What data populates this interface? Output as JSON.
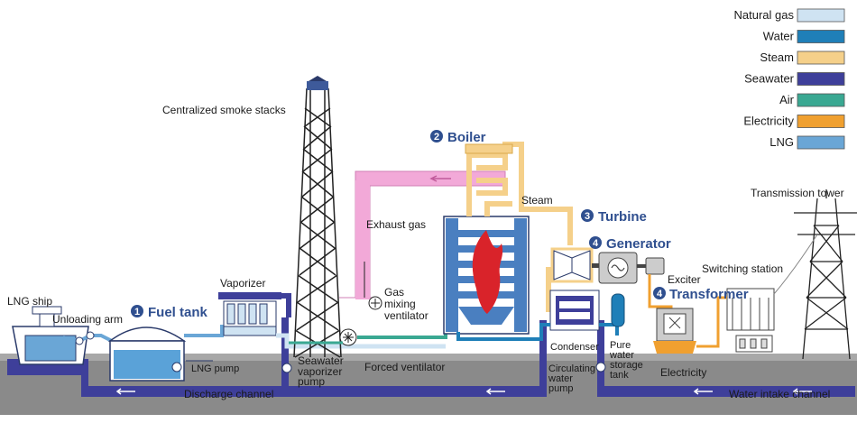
{
  "colors": {
    "natural_gas": "#cfe3f2",
    "water": "#1f7fb8",
    "steam": "#f5d08a",
    "seawater": "#3e3f9a",
    "air": "#3aa892",
    "electricity": "#f0a030",
    "lng": "#6aa6d6",
    "exhaust": "#f2a9d8",
    "ground": "#8a8a8a",
    "title_blue": "#2f4f8f"
  },
  "legend": [
    {
      "label": "Natural gas",
      "color": "#cfe3f2"
    },
    {
      "label": "Water",
      "color": "#1f7fb8"
    },
    {
      "label": "Steam",
      "color": "#f5d08a"
    },
    {
      "label": "Seawater",
      "color": "#3e3f9a"
    },
    {
      "label": "Air",
      "color": "#3aa892"
    },
    {
      "label": "Electricity",
      "color": "#f0a030"
    },
    {
      "label": "LNG",
      "color": "#6aa6d6"
    }
  ],
  "stages": {
    "fuel_tank": {
      "num": "1",
      "title": "Fuel tank"
    },
    "boiler": {
      "num": "2",
      "title": "Boiler"
    },
    "turbine": {
      "num": "3",
      "title": "Turbine"
    },
    "generator": {
      "num": "4",
      "title": "Generator"
    },
    "transformer": {
      "num": "4",
      "title": "Transformer"
    }
  },
  "labels": {
    "centralized_smoke_stacks": "Centralized smoke stacks",
    "lng_ship": "LNG ship",
    "unloading_arm": "Unloading arm",
    "vaporizer": "Vaporizer",
    "lng_pump": "LNG pump",
    "seawater_vaporizer_pump_1": "Seawater",
    "seawater_vaporizer_pump_2": "vaporizer",
    "seawater_vaporizer_pump_3": "pump",
    "forced_ventilator": "Forced ventilator",
    "gas_mixing_ventilator_1": "Gas",
    "gas_mixing_ventilator_2": "mixing",
    "gas_mixing_ventilator_3": "ventilator",
    "exhaust_gas": "Exhaust gas",
    "steam": "Steam",
    "condenser": "Condenser",
    "circulating_pump_1": "Circulating",
    "circulating_pump_2": "water",
    "circulating_pump_3": "pump",
    "pure_water_tank_1": "Pure",
    "pure_water_tank_2": "water",
    "pure_water_tank_3": "storage",
    "pure_water_tank_4": "tank",
    "exciter": "Exciter",
    "electricity": "Electricity",
    "switching_station": "Switching station",
    "transmission_tower": "Transmission tower",
    "discharge_channel": "Discharge channel",
    "water_intake_channel": "Water intake channel"
  }
}
